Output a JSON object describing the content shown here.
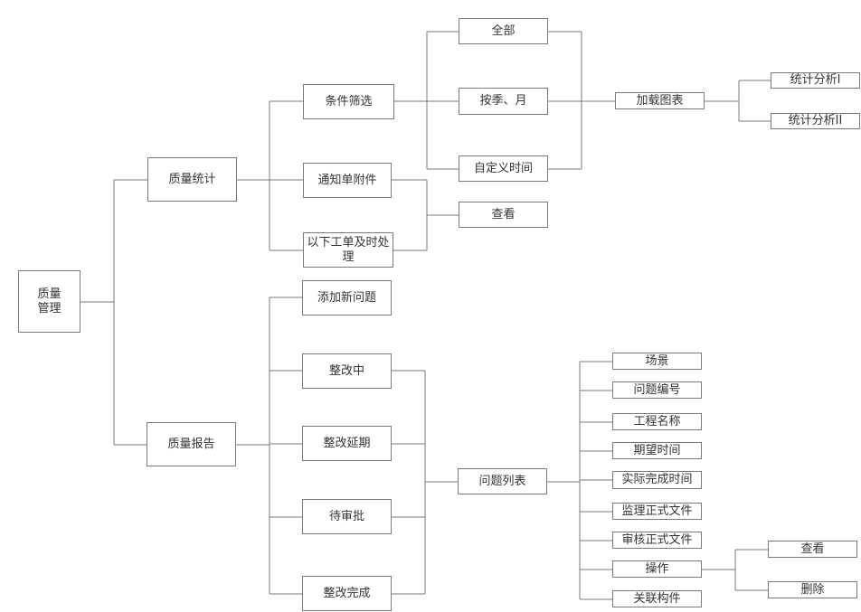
{
  "diagram": {
    "type": "tree",
    "line_color": "#7a7a7a",
    "nodes": {
      "root": {
        "label": "质量\n管理"
      },
      "stats": {
        "label": "质量统计"
      },
      "report": {
        "label": "质量报告"
      },
      "filter": {
        "label": "条件筛选"
      },
      "notice": {
        "label": "通知单附件"
      },
      "below": {
        "label": "以下工单及时处\n理"
      },
      "all": {
        "label": "全部"
      },
      "season": {
        "label": "按季、月"
      },
      "custom": {
        "label": "自定义时间"
      },
      "view1": {
        "label": "查看"
      },
      "loadchart": {
        "label": "加载图表"
      },
      "anal1": {
        "label": "统计分析I"
      },
      "anal2": {
        "label": "统计分析II"
      },
      "add": {
        "label": "添加新问题"
      },
      "fixing": {
        "label": "整改中"
      },
      "delay": {
        "label": "整改延期"
      },
      "pending": {
        "label": "待审批"
      },
      "done": {
        "label": "整改完成"
      },
      "issuelist": {
        "label": "问题列表"
      },
      "scene": {
        "label": "场景"
      },
      "issueno": {
        "label": "问题编号"
      },
      "projname": {
        "label": "工程名称"
      },
      "expected": {
        "label": "期望时间"
      },
      "actual": {
        "label": "实际完成时间"
      },
      "supervise": {
        "label": "监理正式文件"
      },
      "audit": {
        "label": "审核正式文件"
      },
      "operate": {
        "label": "操作"
      },
      "related": {
        "label": "关联构件"
      },
      "view2": {
        "label": "查看"
      },
      "delete": {
        "label": "删除"
      }
    },
    "edges": [
      [
        "root",
        "stats"
      ],
      [
        "root",
        "report"
      ],
      [
        "stats",
        "filter"
      ],
      [
        "stats",
        "notice"
      ],
      [
        "stats",
        "below"
      ],
      [
        "filter",
        "all"
      ],
      [
        "filter",
        "season"
      ],
      [
        "filter",
        "custom"
      ],
      [
        "notice",
        "view1"
      ],
      [
        "below",
        "view1"
      ],
      [
        "all",
        "loadchart"
      ],
      [
        "season",
        "loadchart"
      ],
      [
        "custom",
        "loadchart"
      ],
      [
        "loadchart",
        "anal1"
      ],
      [
        "loadchart",
        "anal2"
      ],
      [
        "report",
        "add"
      ],
      [
        "report",
        "fixing"
      ],
      [
        "report",
        "delay"
      ],
      [
        "report",
        "pending"
      ],
      [
        "report",
        "done"
      ],
      [
        "fixing",
        "issuelist"
      ],
      [
        "delay",
        "issuelist"
      ],
      [
        "pending",
        "issuelist"
      ],
      [
        "done",
        "issuelist"
      ],
      [
        "issuelist",
        "scene"
      ],
      [
        "issuelist",
        "issueno"
      ],
      [
        "issuelist",
        "projname"
      ],
      [
        "issuelist",
        "expected"
      ],
      [
        "issuelist",
        "actual"
      ],
      [
        "issuelist",
        "supervise"
      ],
      [
        "issuelist",
        "audit"
      ],
      [
        "issuelist",
        "operate"
      ],
      [
        "issuelist",
        "related"
      ],
      [
        "operate",
        "view2"
      ],
      [
        "operate",
        "delete"
      ]
    ]
  }
}
